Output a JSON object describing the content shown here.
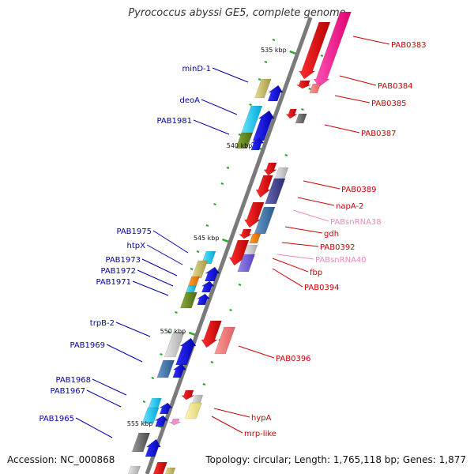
{
  "title": "Pyrococcus abyssi GE5, complete genome",
  "accession_label": "Accession: NC_000868",
  "topology_label": "Topology: circular; Length: 1,765,118 bp; Genes: 1,877",
  "kbp_ticks": [
    "535 kbp",
    "540 kbp",
    "545 kbp",
    "550 kbp",
    "555 kbp"
  ],
  "left_labels": [
    "minD-1",
    "deoA",
    "PAB1981",
    "PAB1975",
    "htpX",
    "PAB1973",
    "PAB1972",
    "PAB1971",
    "trpB-2",
    "PAB1969",
    "PAB1968",
    "PAB1967",
    "PAB1965"
  ],
  "right_labels": [
    "PAB0383",
    "PAB0384",
    "PAB0385",
    "PAB0387",
    "PAB0389",
    "napA-2",
    "PABsnRNA38",
    "gdh",
    "PAB0392",
    "PABsnRNA40",
    "fbp",
    "PAB0394",
    "PAB0396",
    "hypA",
    "mrp-like"
  ],
  "colors": {
    "forward_gene": "#e8000b",
    "reverse_gene": "#0000ee",
    "left_label": "#0000aa",
    "right_label": "#cc0000",
    "rna_label": "#ee88bb",
    "backbone": "#808080",
    "tick": "#22aa22"
  }
}
